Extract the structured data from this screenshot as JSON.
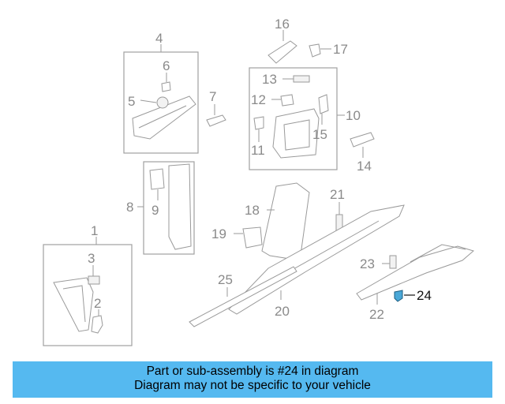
{
  "diagram": {
    "callouts": {
      "c1": "1",
      "c2": "2",
      "c3": "3",
      "c4": "4",
      "c5": "5",
      "c6": "6",
      "c7": "7",
      "c8": "8",
      "c9": "9",
      "c10": "10",
      "c11": "11",
      "c12": "12",
      "c13": "13",
      "c14": "14",
      "c15": "15",
      "c16": "16",
      "c17": "17",
      "c18": "18",
      "c19": "19",
      "c20": "20",
      "c21": "21",
      "c22": "22",
      "c23": "23",
      "c24": "24",
      "c25": "25"
    },
    "highlight_color": "#4aa8d8"
  },
  "banner": {
    "line1": "Part or sub-assembly is #24 in diagram",
    "line2": "Diagram may not be specific to your vehicle",
    "color": "#55b9f0"
  }
}
